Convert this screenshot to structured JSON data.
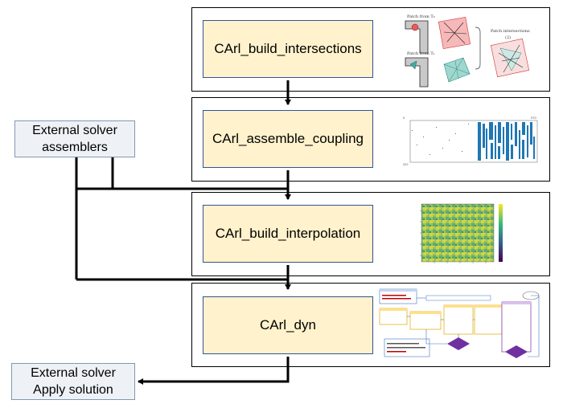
{
  "functions": [
    {
      "label": "CArl_build_intersections"
    },
    {
      "label": "CArl_assemble_coupling"
    },
    {
      "label": "CArl_build_interpolation"
    },
    {
      "label": "CArl_dyn"
    }
  ],
  "external_assemblers": {
    "line1": "External solver",
    "line2": "assemblers"
  },
  "external_apply": {
    "line1": "External solver",
    "line2": "Apply solution"
  },
  "thumbnails": {
    "intersections": {
      "patch_top": "Patch from T₀",
      "patch_bottom": "Patch from T₁",
      "patch_intersections": "Patch intersections",
      "eq_num": "(2)"
    },
    "sparsity": {
      "tick_left_top": "0",
      "tick_right_top": "970",
      "tick_left_bottom": "337"
    }
  },
  "colors": {
    "function_fill": "#fff2cc",
    "function_border": "#2f5597",
    "external_fill": "#eef2f7",
    "external_border": "#8497b0",
    "wire": "#000000"
  }
}
